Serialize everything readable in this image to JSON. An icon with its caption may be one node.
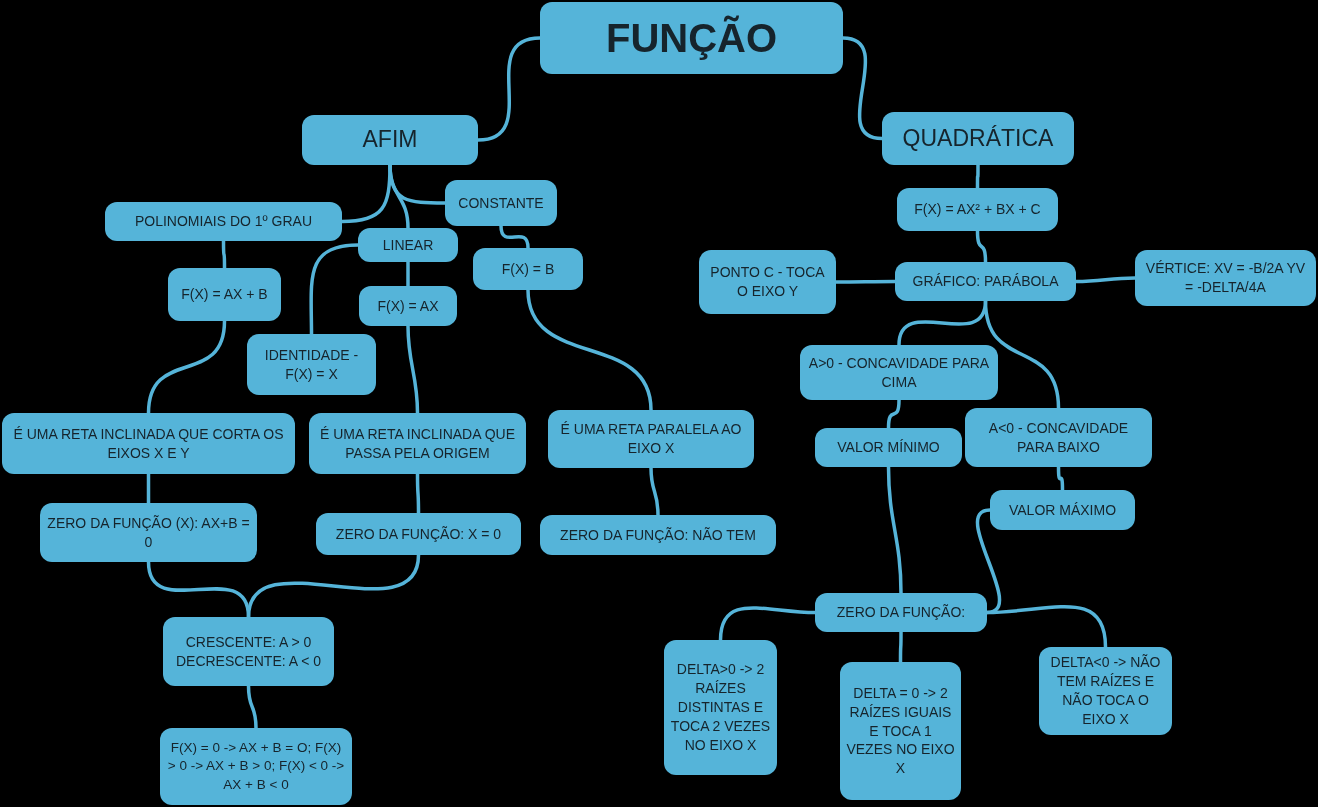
{
  "diagram": {
    "nodes": [
      {
        "text": [
          "FUNÇÃO"
        ]
      },
      {
        "text": [
          "AFIM"
        ]
      },
      {
        "text": [
          "QUADRÁTICA"
        ]
      },
      {
        "text": [
          "POLINOMIAIS DO 1º GRAU"
        ]
      },
      {
        "text": [
          "CONSTANTE"
        ]
      },
      {
        "text": [
          "LINEAR"
        ]
      },
      {
        "text": [
          "F(X) = AX + B"
        ]
      },
      {
        "text": [
          "F(X) = B"
        ]
      },
      {
        "text": [
          "F(X) = AX"
        ]
      },
      {
        "text": [
          "IDENTIDADE - F(X) = X"
        ]
      },
      {
        "text": [
          "É UMA RETA INCLINADA QUE CORTA OS EIXOS X E Y"
        ]
      },
      {
        "text": [
          "É UMA RETA INCLINADA QUE PASSA PELA ORIGEM"
        ]
      },
      {
        "text": [
          "É UMA RETA PARALELA AO EIXO X"
        ]
      },
      {
        "text": [
          "ZERO DA FUNÇÃO (X): AX+B = 0"
        ]
      },
      {
        "text": [
          "ZERO DA FUNÇÃO: X = 0"
        ]
      },
      {
        "text": [
          "ZERO DA FUNÇÃO: NÃO TEM"
        ]
      },
      {
        "text": [
          "CRESCENTE: A > 0 DECRESCENTE: A < 0"
        ]
      },
      {
        "text": [
          "F(X) = 0 -> AX + B = O; F(X) > 0 -> AX + B > 0; F(X) < 0 -> AX + B < 0"
        ]
      },
      {
        "text": [
          "F(X) = AX² + BX + C"
        ]
      },
      {
        "text": [
          "PONTO C - TOCA O EIXO Y"
        ]
      },
      {
        "text": [
          "GRÁFICO: PARÁBOLA"
        ]
      },
      {
        "text": [
          "VÉRTICE: XV = -B/2A YV = -DELTA/4A"
        ]
      },
      {
        "text": [
          "A>0 - CONCAVIDADE PARA CIMA"
        ]
      },
      {
        "text": [
          "VALOR MÍNIMO"
        ]
      },
      {
        "text": [
          "A<0 - CONCAVIDADE PARA BAIXO"
        ]
      },
      {
        "text": [
          "VALOR MÁXIMO"
        ]
      },
      {
        "text": [
          "ZERO DA FUNÇÃO:"
        ]
      },
      {
        "text": [
          "DELTA>0 -> 2 RAÍZES DISTINTAS E TOCA 2 VEZES NO EIXO X"
        ]
      },
      {
        "text": [
          "DELTA = 0 -> 2 RAÍZES IGUAIS E TOCA 1 VEZES NO EIXO X"
        ]
      },
      {
        "text": [
          "DELTA<0 -> NÃO TEM RAÍZES E NÃO TOCA O EIXO X"
        ]
      }
    ],
    "edges": [
      {
        "from": 0,
        "to": 1,
        "arrow": "none"
      },
      {
        "from": 0,
        "to": 2,
        "arrow": "none"
      },
      {
        "from": 1,
        "to": 3,
        "arrow": "none"
      },
      {
        "from": 1,
        "to": 4,
        "arrow": "none"
      },
      {
        "from": 1,
        "to": 5,
        "arrow": "none"
      },
      {
        "from": 3,
        "to": 6,
        "arrow": "none"
      },
      {
        "from": 5,
        "to": 8,
        "arrow": "none"
      },
      {
        "from": 5,
        "to": 9,
        "arrow": "none"
      },
      {
        "from": 4,
        "to": 7,
        "arrow": "none"
      },
      {
        "from": 6,
        "to": 10,
        "arrow": "none"
      },
      {
        "from": 8,
        "to": 11,
        "arrow": "none"
      },
      {
        "from": 7,
        "to": 12,
        "arrow": "none"
      },
      {
        "from": 10,
        "to": 13,
        "arrow": "none"
      },
      {
        "from": 11,
        "to": 14,
        "arrow": "none"
      },
      {
        "from": 12,
        "to": 15,
        "arrow": "none"
      },
      {
        "from": 13,
        "to": 16,
        "arrow": "none"
      },
      {
        "from": 14,
        "to": 16,
        "arrow": "none"
      },
      {
        "from": 16,
        "to": 17,
        "arrow": "none"
      },
      {
        "from": 2,
        "to": 18,
        "arrow": "none"
      },
      {
        "from": 18,
        "to": 20,
        "arrow": "none"
      },
      {
        "from": 20,
        "to": 19,
        "arrow": "none"
      },
      {
        "from": 20,
        "to": 21,
        "arrow": "none"
      },
      {
        "from": 20,
        "to": 22,
        "arrow": "none"
      },
      {
        "from": 20,
        "to": 24,
        "arrow": "none"
      },
      {
        "from": 22,
        "to": 23,
        "arrow": "none"
      },
      {
        "from": 24,
        "to": 25,
        "arrow": "none"
      },
      {
        "from": 23,
        "to": 26,
        "arrow": "none"
      },
      {
        "from": 25,
        "to": 26,
        "arrow": "none"
      },
      {
        "from": 26,
        "to": 27,
        "arrow": "none"
      },
      {
        "from": 26,
        "to": 28,
        "arrow": "none"
      },
      {
        "from": 26,
        "to": 29,
        "arrow": "none"
      }
    ]
  }
}
